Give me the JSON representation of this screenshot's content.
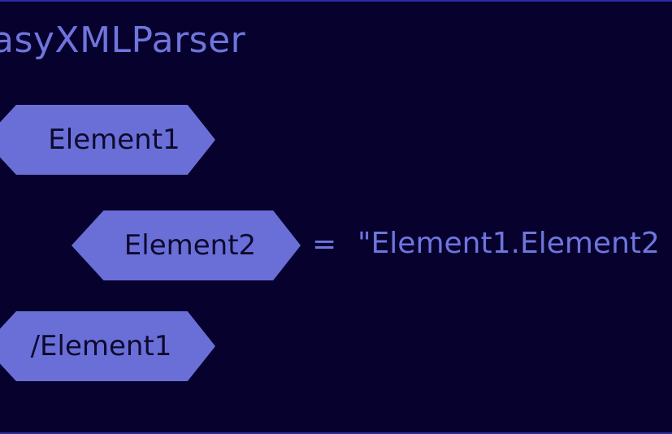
{
  "title": "asyXMLParser",
  "tags": {
    "open": "Element1",
    "child": "Element2",
    "close": "/Element1"
  },
  "assignment": {
    "operator": "=",
    "value": "\"Element1.Element2"
  }
}
